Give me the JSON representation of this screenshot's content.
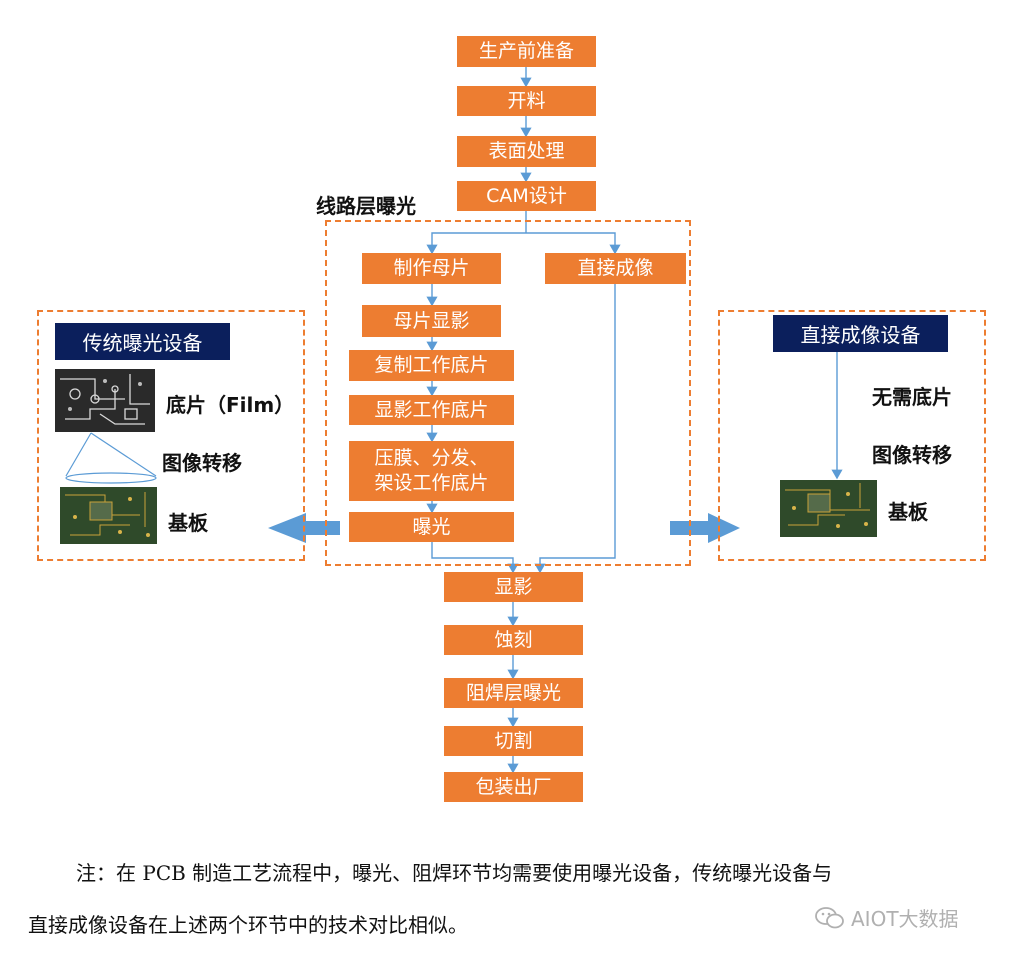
{
  "flow": {
    "steps_top": [
      "生产前准备",
      "开料",
      "表面处理",
      "CAM设计"
    ],
    "section_title": "线路层曝光",
    "left_branch": [
      "制作母片",
      "母片显影",
      "复制工作底片",
      "显影工作底片",
      "压膜、分发、\n架设工作底片",
      "曝光"
    ],
    "right_branch": "直接成像",
    "steps_bottom": [
      "显影",
      "蚀刻",
      "阻焊层曝光",
      "切割",
      "包装出厂"
    ]
  },
  "traditional": {
    "title": "传统曝光设备",
    "film_label": "底片（Film）",
    "transfer_label": "图像转移",
    "substrate_label": "基板"
  },
  "direct": {
    "title": "直接成像设备",
    "no_film_label": "无需底片",
    "transfer_label": "图像转移",
    "substrate_label": "基板"
  },
  "note": {
    "line1": "注：在 PCB 制造工艺流程中，曝光、阻焊环节均需要使用曝光设备，传统曝光设备与",
    "line2": "直接成像设备在上述两个环节中的技术对比相似。"
  },
  "watermark": "AIOT大数据",
  "colors": {
    "box": "#ED7D31",
    "navy": "#0B1F5C",
    "arrow": "#5B9BD5"
  }
}
